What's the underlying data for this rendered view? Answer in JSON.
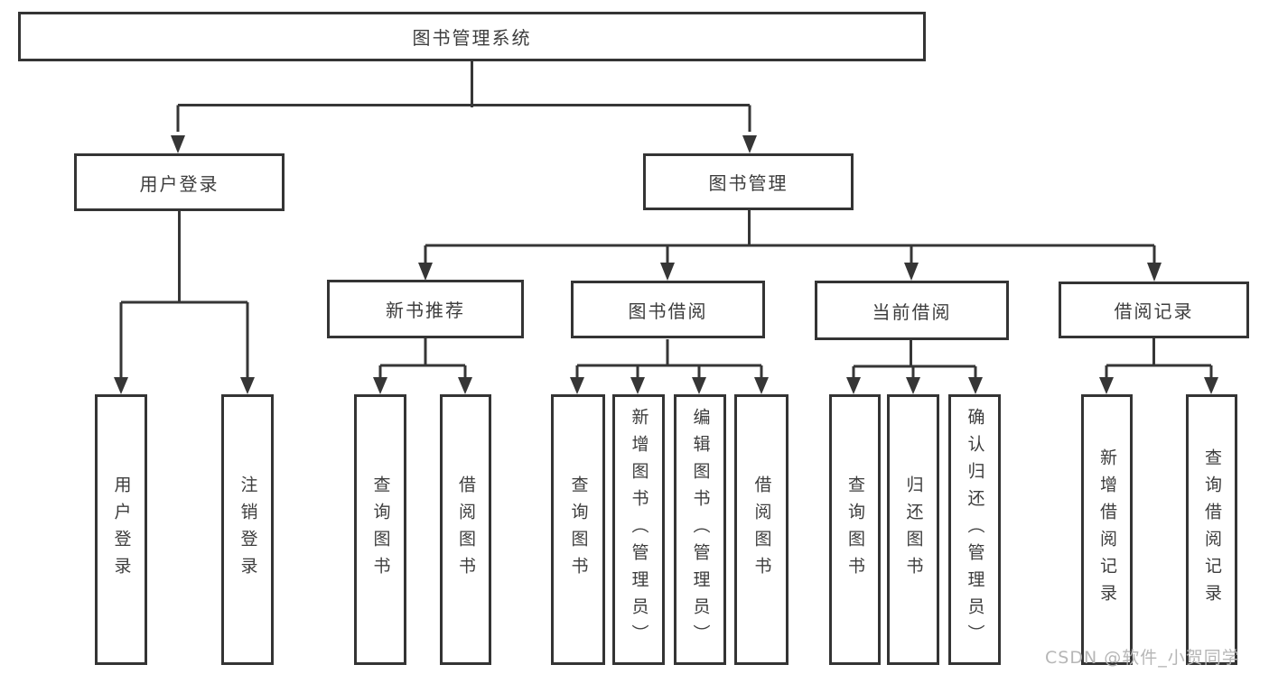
{
  "tree": {
    "label": "图书管理系统",
    "children": [
      {
        "label": "用户登录",
        "children": [
          {
            "label": "用户登录"
          },
          {
            "label": "注销登录"
          }
        ]
      },
      {
        "label": "图书管理",
        "children": [
          {
            "label": "新书推荐",
            "children": [
              {
                "label": "查询图书"
              },
              {
                "label": "借阅图书"
              }
            ]
          },
          {
            "label": "图书借阅",
            "children": [
              {
                "label": "查询图书"
              },
              {
                "label": "新增图书（管理员）"
              },
              {
                "label": "编辑图书（管理员）"
              },
              {
                "label": "借阅图书"
              }
            ]
          },
          {
            "label": "当前借阅",
            "children": [
              {
                "label": "查询图书"
              },
              {
                "label": "归还图书"
              },
              {
                "label": "确认归还（管理员）"
              }
            ]
          },
          {
            "label": "借阅记录",
            "children": [
              {
                "label": "新增借阅记录"
              },
              {
                "label": "查询借阅记录"
              }
            ]
          }
        ]
      }
    ]
  },
  "watermark": {
    "text": "CSDN @软件_小贺同学"
  },
  "colors": {
    "line": "#363636",
    "border": "#343434",
    "text": "#3d3d3d",
    "watermark": "#b6b6b6",
    "background": "#ffffff"
  }
}
